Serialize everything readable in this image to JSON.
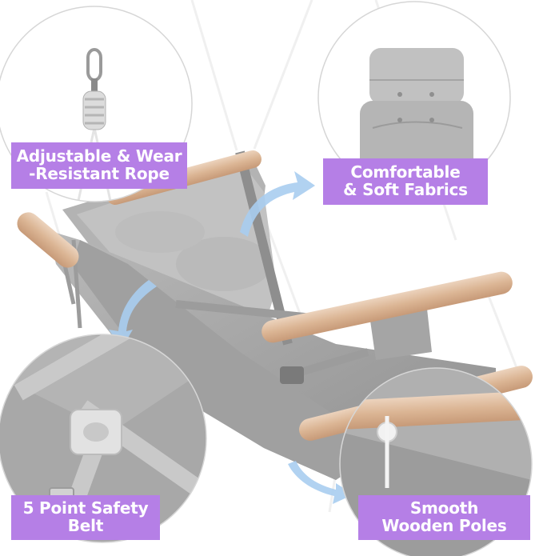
{
  "callouts": {
    "rope": "Adjustable & Wear\n-Resistant Rope",
    "fabric": "Comfortable\n& Soft Fabrics",
    "belt": "5 Point Safety\nBelt",
    "poles": "Smooth\nWooden Poles"
  },
  "colors": {
    "callout_bg": "#b57fe6",
    "fabric": "#a9a9a9",
    "fabric_light": "#c4c4c4",
    "wood": "#dcb99a",
    "arrow": "#a9cdef",
    "rope": "#f4f4f4"
  }
}
